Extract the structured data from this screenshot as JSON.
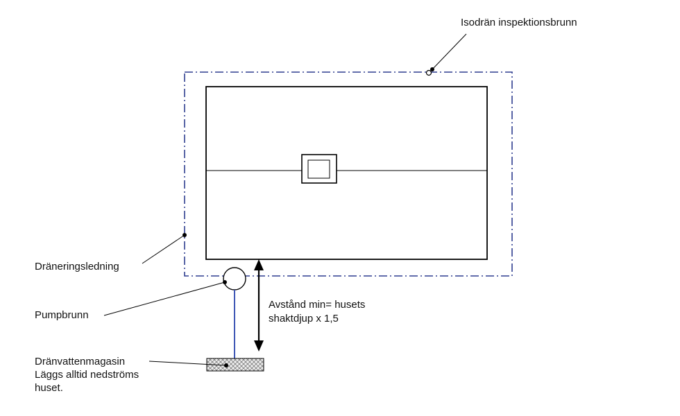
{
  "labels": {
    "inspection_well": "Isodrän inspektionsbrunn",
    "drain_pipe": "Dräneringsledning",
    "pump_well": "Pumpbrunn",
    "distance_line1": "Avstånd min= husets",
    "distance_line2": "shaktdjup x 1,5",
    "reservoir_line1": "Dränvattenmagasin",
    "reservoir_line2": "Läggs alltid nedströms",
    "reservoir_line3": "huset."
  },
  "colors": {
    "drain_line": "#2e3d8f",
    "outline": "#000000",
    "pipe": "#3f57b5",
    "hatch": "#7a7a7a"
  }
}
